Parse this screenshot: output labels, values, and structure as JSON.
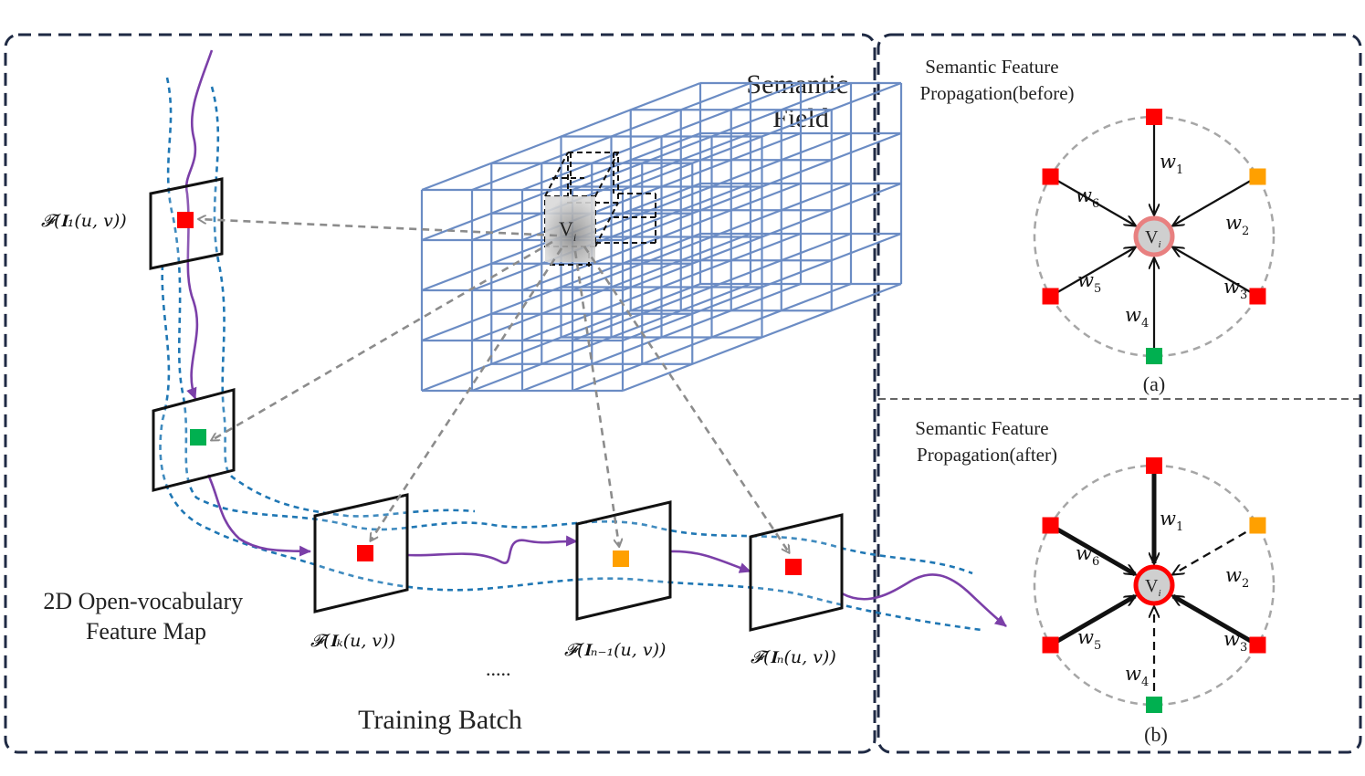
{
  "left_panel": {
    "title": "Semantic Field",
    "title_lines": [
      "Semantic",
      "Field"
    ],
    "feature_map_label_lines": [
      "2D Open-vocabulary",
      "Feature Map"
    ],
    "batch_label": "Training Batch",
    "ellipsis": ".....",
    "voxel_label": "V",
    "voxel_sub": "i",
    "frames": [
      {
        "label": "𝓕(𝐈₁(u, v))",
        "point_color": "#ff0000"
      },
      {
        "label": "",
        "point_color": "#00b050"
      },
      {
        "label": "𝓕(𝐈ₖ(u, v))",
        "point_color": "#ff0000"
      },
      {
        "label": "𝓕(𝐈ₙ₋₁(u, v))",
        "point_color": "#ffa000"
      },
      {
        "label": "𝓕(𝐈ₙ(u, v))",
        "point_color": "#ff0000"
      }
    ]
  },
  "panel_a": {
    "title_lines": [
      "Semantic Feature",
      "Propagation(before)"
    ],
    "caption": "(a)",
    "center_label": "V",
    "center_sub": "i",
    "weights": [
      {
        "name": "w",
        "sub": "1",
        "color": "#ff0000"
      },
      {
        "name": "w",
        "sub": "2",
        "color": "#ffa000"
      },
      {
        "name": "w",
        "sub": "3",
        "color": "#ff0000"
      },
      {
        "name": "w",
        "sub": "4",
        "color": "#00b050"
      },
      {
        "name": "w",
        "sub": "5",
        "color": "#ff0000"
      },
      {
        "name": "w",
        "sub": "6",
        "color": "#ff0000"
      }
    ]
  },
  "panel_b": {
    "title_lines": [
      "Semantic Feature",
      "Propagation(after)"
    ],
    "caption": "(b)",
    "center_label": "V",
    "center_sub": "i",
    "weights": [
      {
        "name": "w",
        "sub": "1",
        "color": "#ff0000",
        "style": "strong"
      },
      {
        "name": "w",
        "sub": "2",
        "color": "#ffa000",
        "style": "dashed"
      },
      {
        "name": "w",
        "sub": "3",
        "color": "#ff0000",
        "style": "strong"
      },
      {
        "name": "w",
        "sub": "4",
        "color": "#00b050",
        "style": "dashed"
      },
      {
        "name": "w",
        "sub": "5",
        "color": "#ff0000",
        "style": "strong"
      },
      {
        "name": "w",
        "sub": "6",
        "color": "#ff0000",
        "style": "strong"
      }
    ]
  },
  "colors": {
    "border": "#1f2a44",
    "grid": "#6b8cc4",
    "trajectory": "#7b3fa8",
    "flow": "#1f77b4",
    "projection": "#8c8c8c",
    "node_ring_a": "#e88080",
    "node_ring_b": "#ff0000"
  }
}
